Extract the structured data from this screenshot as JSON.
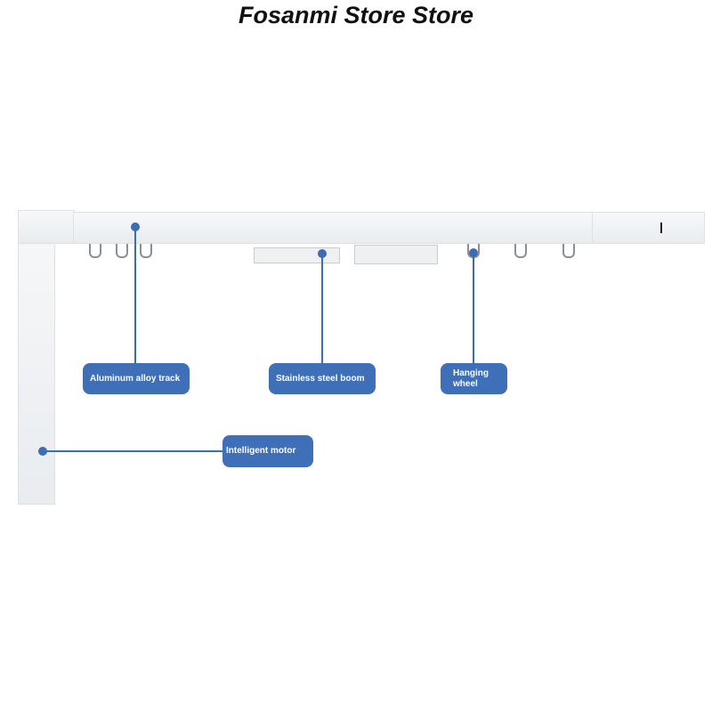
{
  "title": "Fosanmi Store Store",
  "labels": {
    "track": "Aluminum alloy track",
    "boom": "Stainless steel boom",
    "wheel": "Hanging wheel",
    "motor": "Intelligent motor"
  },
  "colors": {
    "accent": "#3e6fb7"
  }
}
